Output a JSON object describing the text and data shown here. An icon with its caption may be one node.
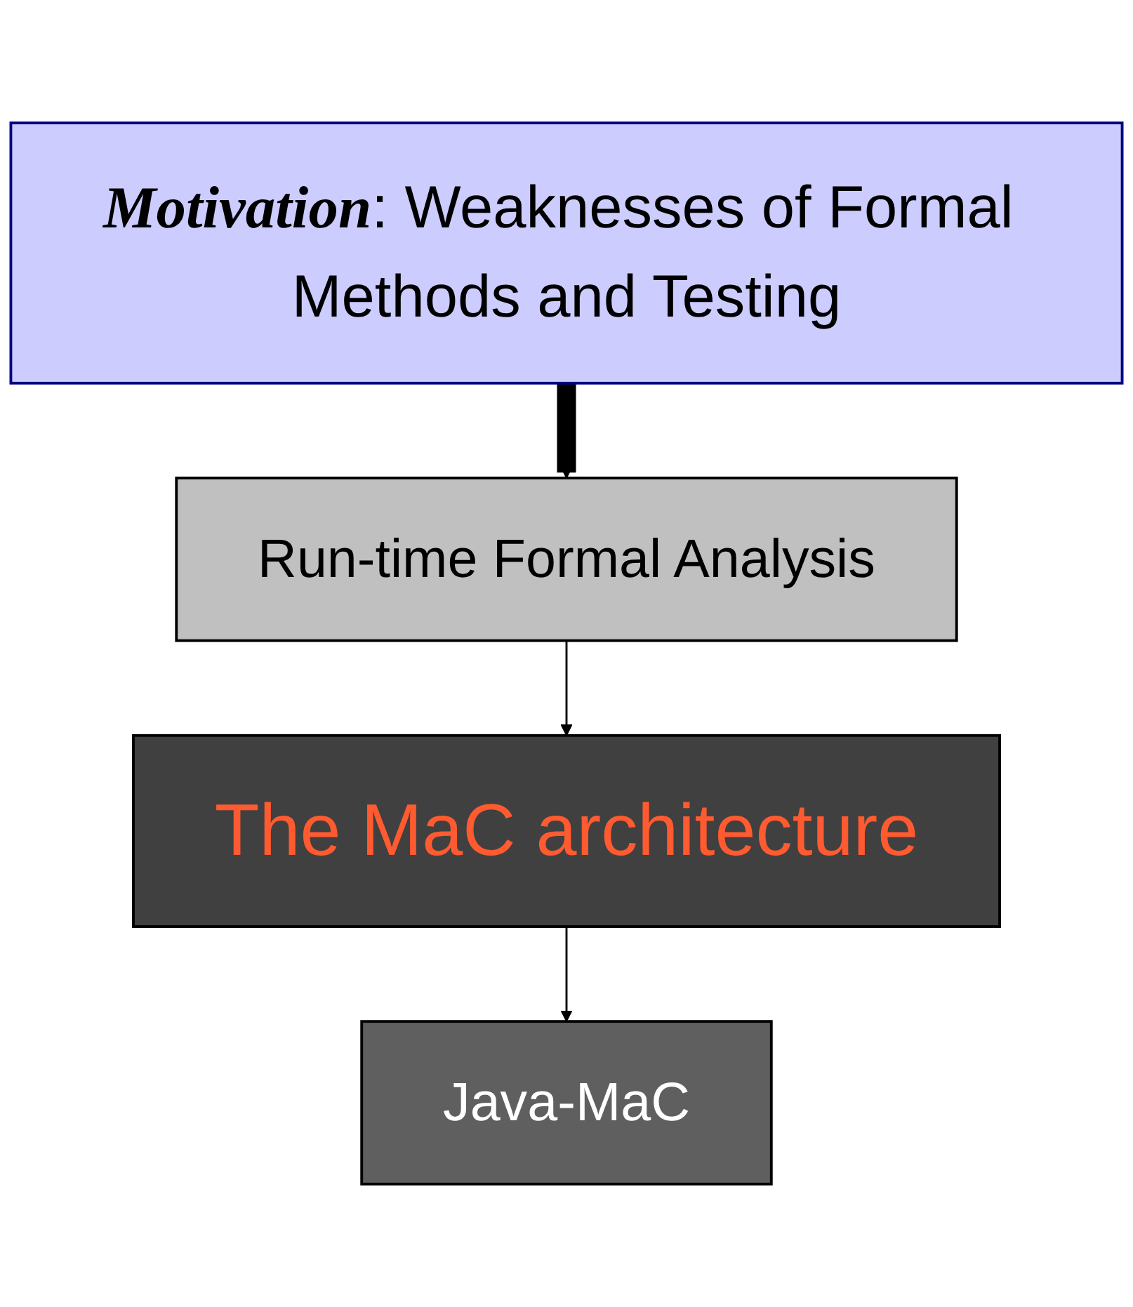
{
  "diagram": {
    "nodes": [
      {
        "text": [
          "**Motivation**: Weaknesses of Formal Methods and Testing"
        ]
      },
      {
        "text": [
          "Run-time Formal Analysis"
        ]
      },
      {
        "text": [
          "The MaC architecture"
        ]
      },
      {
        "text": [
          "Java-MaC"
        ]
      }
    ],
    "edges": [
      {
        "from": 0,
        "to": 1,
        "arrow": "to",
        "style": "thick"
      },
      {
        "from": 1,
        "to": 2,
        "arrow": "to"
      },
      {
        "from": 2,
        "to": 3,
        "arrow": "to"
      }
    ]
  }
}
